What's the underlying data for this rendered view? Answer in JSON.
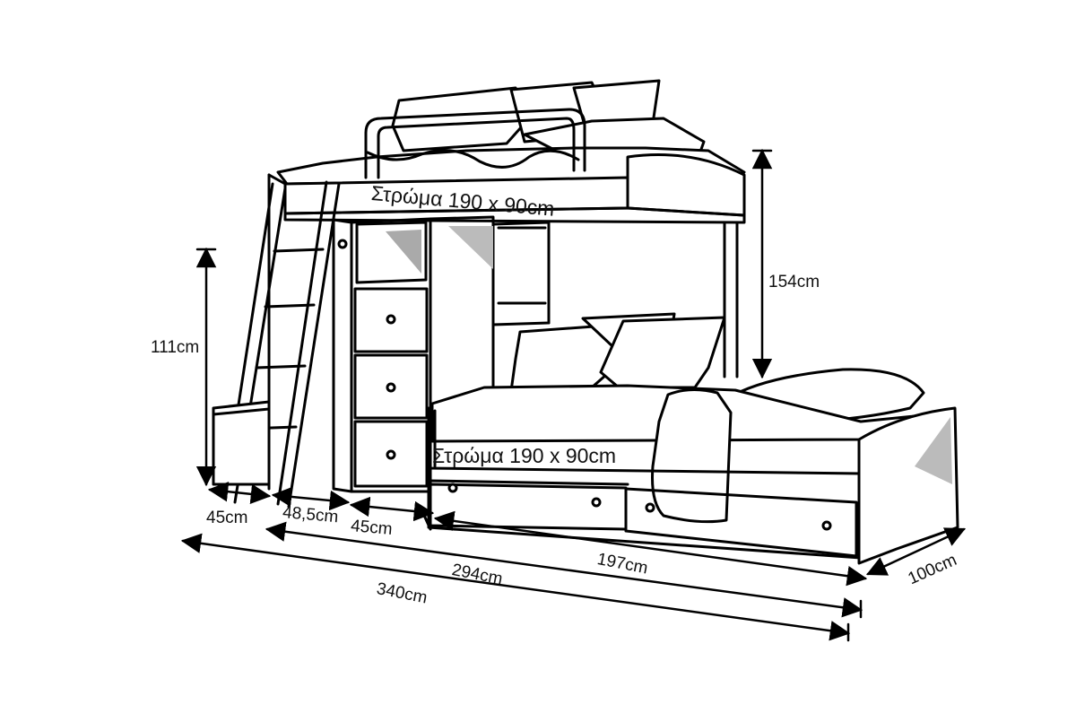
{
  "labels": {
    "mattress_top": "Στρώμα 190 x 90cm",
    "mattress_bottom": "Στρώμα 190 x 90cm",
    "height_total": "154cm",
    "height_lower": "111cm",
    "dim_45_left": "45cm",
    "dim_48_5": "48,5cm",
    "dim_45_mid": "45cm",
    "dim_197": "197cm",
    "dim_294": "294cm",
    "dim_340": "340cm",
    "dim_100": "100cm"
  }
}
